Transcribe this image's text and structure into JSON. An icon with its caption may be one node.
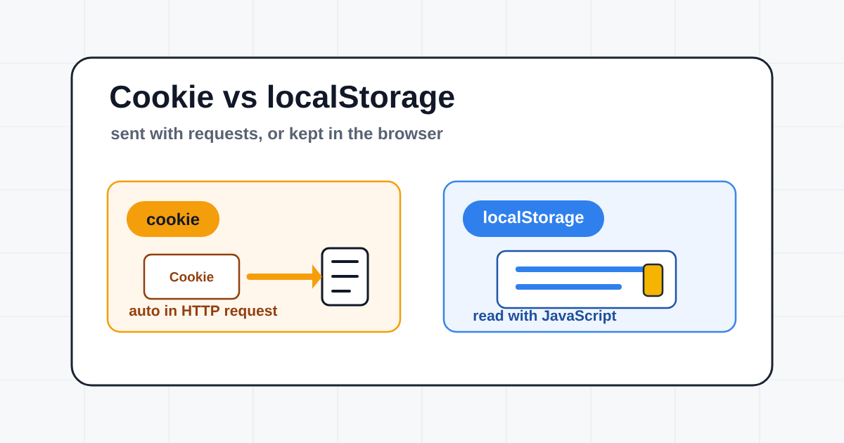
{
  "diagram": {
    "title": "Cookie vs localStorage",
    "nodes": [
      {
        "text": [],
        "shape": "box"
      },
      {
        "text": [
          "cookie"
        ],
        "in": 0
      },
      {
        "text": [
          "Cookie"
        ],
        "beside": [
          "auto in HTTP request"
        ],
        "in": 0
      },
      {
        "text": [],
        "shape": "document",
        "in": 0
      },
      {
        "text": [],
        "shape": "box"
      },
      {
        "text": [
          "localStorage"
        ],
        "in": 4
      },
      {
        "text": [],
        "shape": "picture",
        "beside": [
          "read with JavaScript"
        ],
        "in": 4
      }
    ],
    "edges": [
      {
        "from": 2,
        "to": 3,
        "arrow": "to"
      }
    ],
    "labels": [
      "sent with requests, or kept in the browser"
    ]
  }
}
